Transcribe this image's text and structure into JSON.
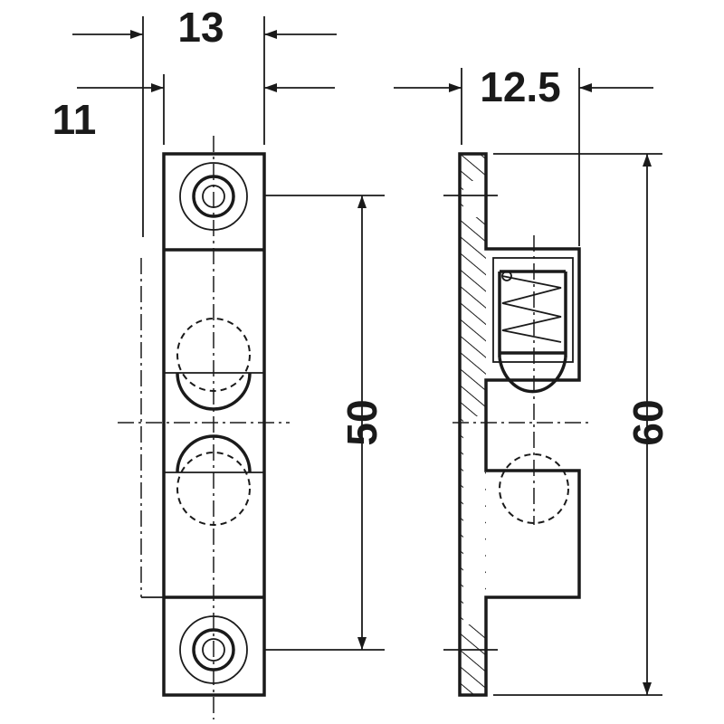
{
  "drawing": {
    "dimensions": {
      "width_front": "13",
      "offset": "11",
      "depth": "12.5",
      "hole_spacing": "50",
      "height": "60"
    },
    "line_color": "#1a1a1a"
  }
}
